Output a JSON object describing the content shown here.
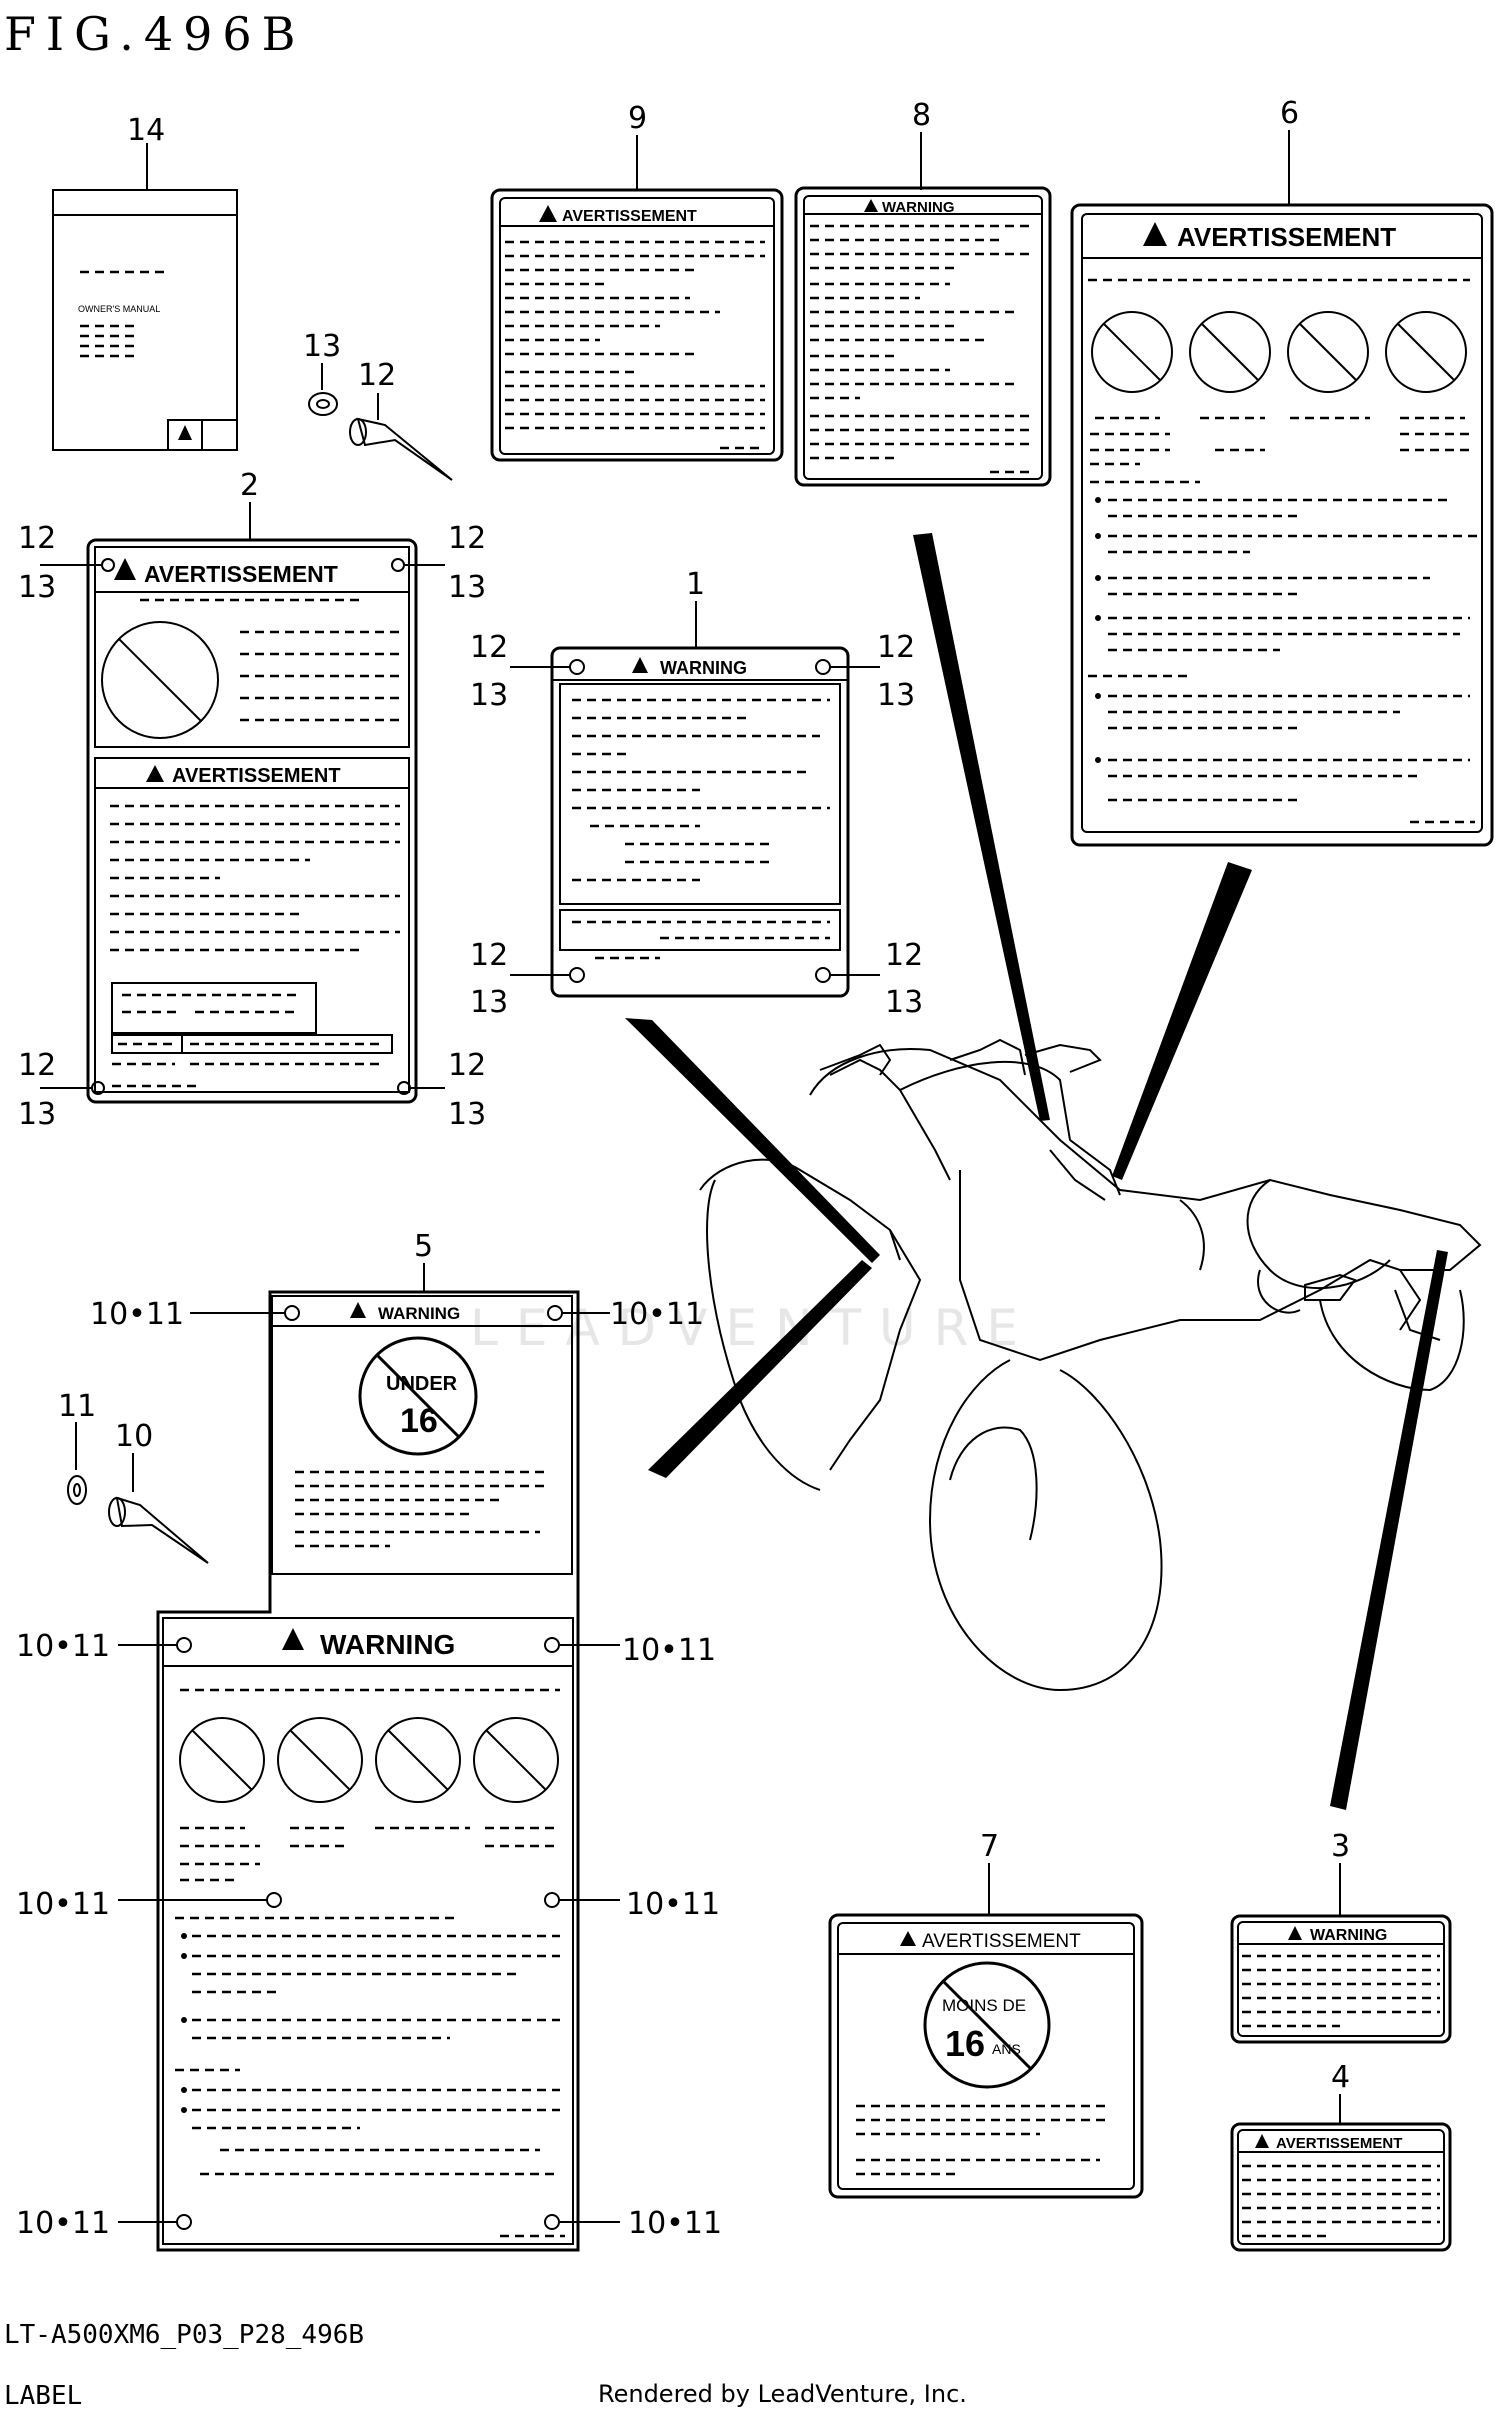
{
  "header": {
    "figure_title": "FIG.496B"
  },
  "footer": {
    "drawing_code": "LT-A500XM6_P03_P28_496B",
    "section_name": "LABEL",
    "credit": "Rendered by LeadVenture, Inc."
  },
  "watermark": "LEADVENTURE",
  "callouts": {
    "c1": "1",
    "c2": "2",
    "c3": "3",
    "c4": "4",
    "c5": "5",
    "c6": "6",
    "c7": "7",
    "c8": "8",
    "c9": "9",
    "c10": "10",
    "c11": "11",
    "c12": "12",
    "c13": "13",
    "c14": "14",
    "c10_11": "10•11"
  },
  "label_headers": {
    "warning": "WARNING",
    "avertissement": "AVERTISSEMENT"
  },
  "manual": {
    "title": "OWNER'S MANUAL"
  },
  "age_badges": {
    "under": "UNDER",
    "age": "16",
    "moins_de": "MOINS DE",
    "ans": "ANS"
  }
}
